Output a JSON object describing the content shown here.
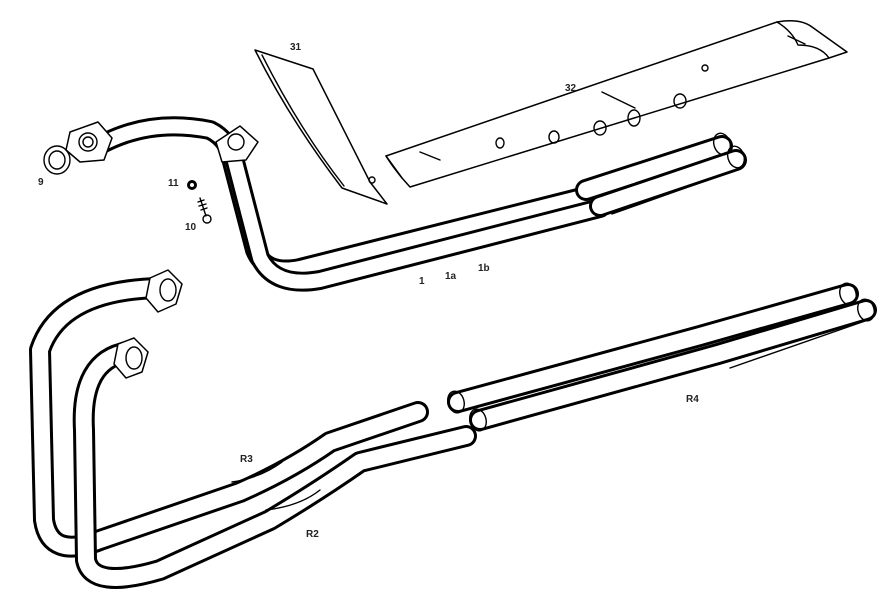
{
  "diagram": {
    "labels": {
      "p1": "1",
      "p1a": "1a",
      "p1b": "1b",
      "p9": "9",
      "p10": "10",
      "p11": "11",
      "p31": "31",
      "p32": "32",
      "r2": "R2",
      "r3": "R3",
      "r4": "R4"
    }
  }
}
